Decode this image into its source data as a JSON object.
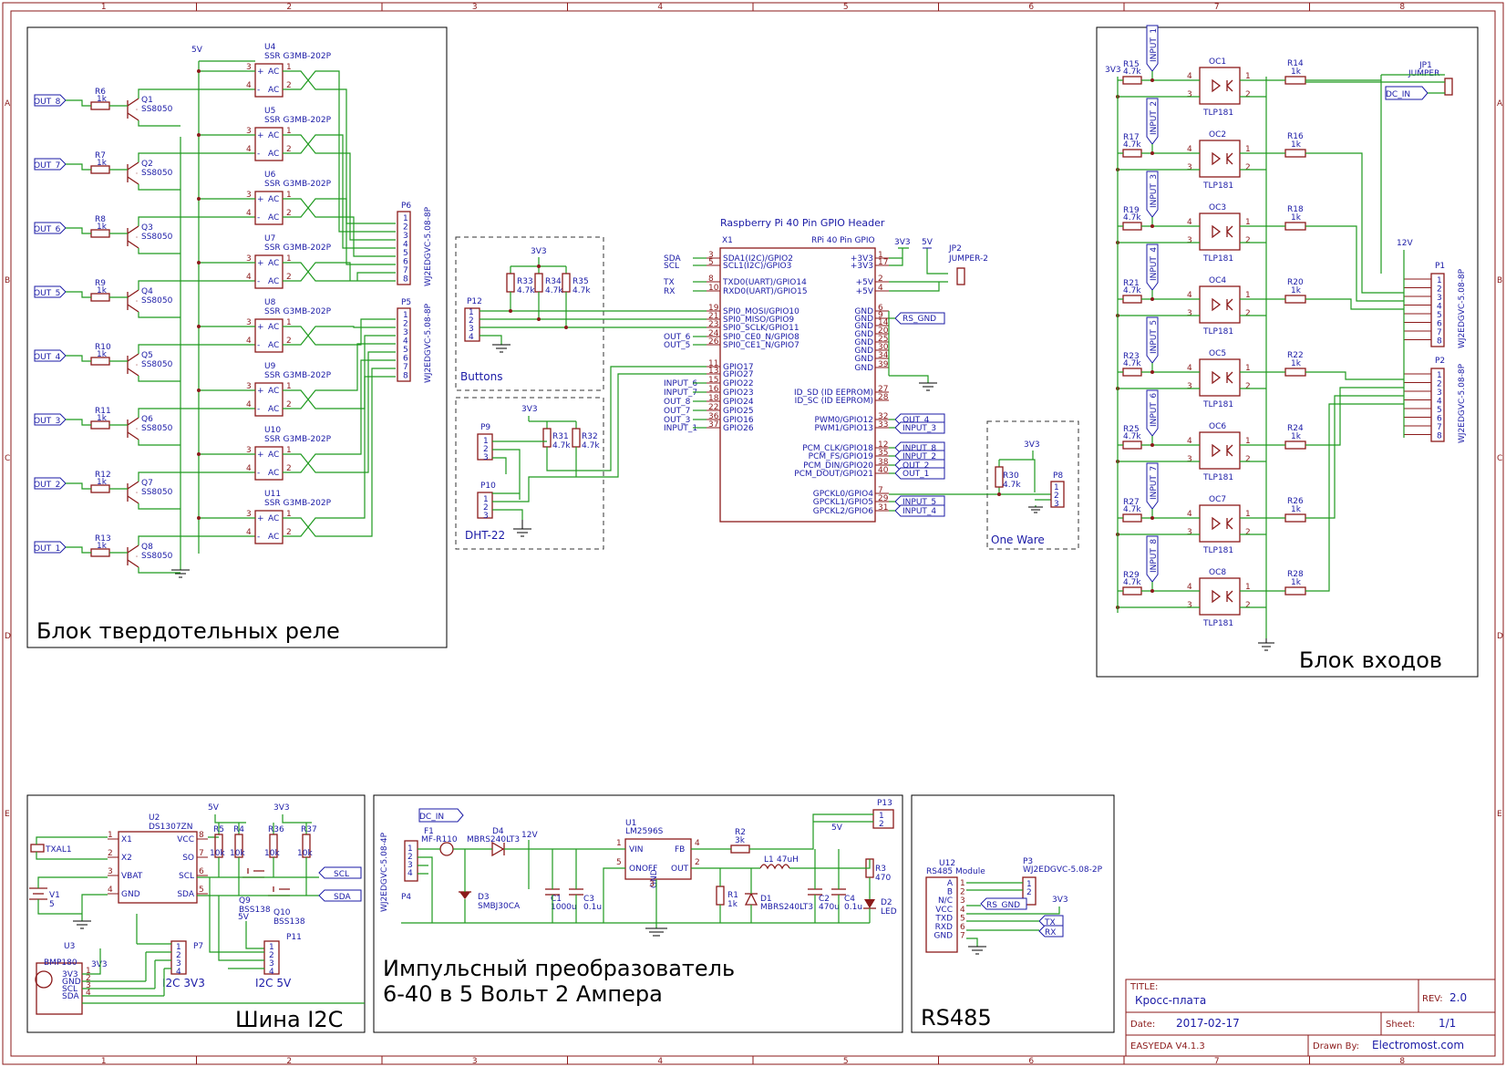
{
  "ruler": {
    "cols": [
      "1",
      "2",
      "3",
      "4",
      "5",
      "6",
      "7",
      "8"
    ],
    "rows": [
      "A",
      "B",
      "C",
      "D",
      "E"
    ]
  },
  "blocks": {
    "relay": "Блок твердотельных реле",
    "inputs": "Блок входов",
    "i2c": "Шина I2C",
    "power_1": "Импульсный преобразователь",
    "power_2": "6-40 в 5 Вольт 2 Ампера",
    "rs485": "RS485",
    "buttons": "Buttons",
    "dht": "DHT-22",
    "onewire": "One Ware"
  },
  "relay_block": {
    "supply": "5V",
    "outs": [
      "OUT_8",
      "OUT_7",
      "OUT_6",
      "OUT_5",
      "OUT_4",
      "OUT_3",
      "OUT_2",
      "OUT_1"
    ],
    "resistors": [
      "R6",
      "R7",
      "R8",
      "R9",
      "R10",
      "R11",
      "R12",
      "R13"
    ],
    "res_val": "1k",
    "transistors": [
      "Q1",
      "Q2",
      "Q3",
      "Q4",
      "Q5",
      "Q6",
      "Q7",
      "Q8"
    ],
    "tr_val": "SS8050",
    "ssr": [
      "U4",
      "U5",
      "U6",
      "U7",
      "U8",
      "U9",
      "U10",
      "U11"
    ],
    "ssr_val": "SSR G3MB-202P",
    "ssr_pins": {
      "p3": "3",
      "p4": "4",
      "p1": "1",
      "p2": "2",
      "plus": "+",
      "minus": "-",
      "ac": "AC"
    },
    "connectors": [
      {
        "ref": "P6",
        "val": "WJ2EDGVC-5.08-8P"
      },
      {
        "ref": "P5",
        "val": "WJ2EDGVC-5.08-8P"
      }
    ],
    "conn_pins": [
      "1",
      "2",
      "3",
      "4",
      "5",
      "6",
      "7",
      "8"
    ]
  },
  "gpio": {
    "title": "Raspberry Pi 40 Pin GPIO Header",
    "ref": "X1",
    "subtitle": "RPi 40 Pin GPIO",
    "left": [
      {
        "net": "SDA",
        "pin": "3",
        "name": "SDA1(I2C)/GPIO2"
      },
      {
        "net": "SCL",
        "pin": "5",
        "name": "SCL1(I2C)/GPIO3"
      },
      {
        "net": "TX",
        "pin": "8",
        "name": "TXD0(UART)/GPIO14"
      },
      {
        "net": "RX",
        "pin": "10",
        "name": "RXD0(UART)/GPIO15"
      },
      {
        "net": "",
        "pin": "19",
        "name": "SPI0_MOSI/GPIO10"
      },
      {
        "net": "",
        "pin": "21",
        "name": "SPI0_MISO/GPIO9"
      },
      {
        "net": "",
        "pin": "23",
        "name": "SPI0_SCLK/GPIO11"
      },
      {
        "net": "OUT_6",
        "pin": "24",
        "name": "SPI0_CE0_N/GPIO8"
      },
      {
        "net": "OUT_5",
        "pin": "26",
        "name": "SPI0_CE1_N/GPIO7"
      },
      {
        "net": "",
        "pin": "11",
        "name": "GPIO17"
      },
      {
        "net": "",
        "pin": "13",
        "name": "GPIO27"
      },
      {
        "net": "INPUT_6",
        "pin": "15",
        "name": "GPIO22"
      },
      {
        "net": "INPUT_7",
        "pin": "16",
        "name": "GPIO23"
      },
      {
        "net": "OUT_8",
        "pin": "18",
        "name": "GPIO24"
      },
      {
        "net": "OUT_7",
        "pin": "22",
        "name": "GPIO25"
      },
      {
        "net": "OUT_3",
        "pin": "36",
        "name": "GPIO16"
      },
      {
        "net": "INPUT_1",
        "pin": "37",
        "name": "GPIO26"
      }
    ],
    "right": [
      {
        "name": "+3V3",
        "pin": "1",
        "net": ""
      },
      {
        "name": "+3V3",
        "pin": "17",
        "net": ""
      },
      {
        "name": "+5V",
        "pin": "2",
        "net": ""
      },
      {
        "name": "+5V",
        "pin": "4",
        "net": ""
      },
      {
        "name": "GND",
        "pin": "6",
        "net": ""
      },
      {
        "name": "GND",
        "pin": "9",
        "net": "RS_GND"
      },
      {
        "name": "GND",
        "pin": "14",
        "net": ""
      },
      {
        "name": "GND",
        "pin": "20",
        "net": ""
      },
      {
        "name": "GND",
        "pin": "25",
        "net": ""
      },
      {
        "name": "GND",
        "pin": "30",
        "net": ""
      },
      {
        "name": "GND",
        "pin": "34",
        "net": ""
      },
      {
        "name": "GND",
        "pin": "39",
        "net": ""
      },
      {
        "name": "ID_SD (ID EEPROM)",
        "pin": "27",
        "net": ""
      },
      {
        "name": "ID_SC (ID EEPROM)",
        "pin": "28",
        "net": ""
      },
      {
        "name": "PWM0/GPIO12",
        "pin": "32",
        "net": "OUT_4"
      },
      {
        "name": "PWM1/GPIO13",
        "pin": "33",
        "net": "INPUT_3"
      },
      {
        "name": "PCM_CLK/GPIO18",
        "pin": "12",
        "net": "INPUT_8"
      },
      {
        "name": "PCM_FS/GPIO19",
        "pin": "35",
        "net": "INPUT_2"
      },
      {
        "name": "PCM_DIN/GPIO20",
        "pin": "38",
        "net": "OUT_2"
      },
      {
        "name": "PCM_DOUT/GPIO21",
        "pin": "40",
        "net": "OUT_1"
      },
      {
        "name": "GPCKL0/GPIO4",
        "pin": "7",
        "net": ""
      },
      {
        "name": "GPCKL1/GPIO5",
        "pin": "29",
        "net": "INPUT_5"
      },
      {
        "name": "GPCKL2/GPIO6",
        "pin": "31",
        "net": "INPUT_4"
      }
    ],
    "rail_3v3": "3V3",
    "rail_5v": "5V",
    "jp2_ref": "JP2",
    "jp2_val": "JUMPER-2"
  },
  "buttons_block": {
    "rail": "3V3",
    "resistors": [
      {
        "ref": "R33",
        "val": "4.7k"
      },
      {
        "ref": "R34",
        "val": "4.7k"
      },
      {
        "ref": "R35",
        "val": "4.7k"
      }
    ],
    "conn": "P12",
    "pins": [
      "1",
      "2",
      "3",
      "4"
    ]
  },
  "dht_block": {
    "rail": "3V3",
    "resistors": [
      {
        "ref": "R31",
        "val": "4.7k"
      },
      {
        "ref": "R32",
        "val": "4.7k"
      }
    ],
    "conns": [
      "P9",
      "P10"
    ],
    "pins": [
      "1",
      "2",
      "3"
    ]
  },
  "onewire_block": {
    "rail": "3V3",
    "resistor": {
      "ref": "R30",
      "val": "4.7k"
    },
    "conn": "P8",
    "pins": [
      "1",
      "2",
      "3"
    ]
  },
  "inputs_block": {
    "rail": "3V3",
    "rail12": "12V",
    "inputs": [
      "INPUT_1",
      "INPUT_2",
      "INPUT_3",
      "INPUT_4",
      "INPUT_5",
      "INPUT_6",
      "INPUT_7",
      "INPUT_8"
    ],
    "pullups": [
      "R15",
      "R17",
      "R19",
      "R21",
      "R23",
      "R25",
      "R27",
      "R29"
    ],
    "pull_val": "4.7k",
    "optos": [
      "OC1",
      "OC2",
      "OC3",
      "OC4",
      "OC5",
      "OC6",
      "OC7",
      "OC8"
    ],
    "opto_val": "TLP181",
    "series": [
      "R14",
      "R16",
      "R18",
      "R20",
      "R22",
      "R24",
      "R26",
      "R28"
    ],
    "series_val": "1k",
    "opto_pins": [
      "4",
      "3",
      "1",
      "2"
    ],
    "dc_in": "DC_IN",
    "jp1_ref": "JP1",
    "jp1_val": "JUMPER",
    "connectors": [
      {
        "ref": "P1",
        "val": "WJ2EDGVC-5.08-8P"
      },
      {
        "ref": "P2",
        "val": "WJ2EDGVC-5.08-8P"
      }
    ],
    "conn_pins": [
      "1",
      "2",
      "3",
      "4",
      "5",
      "6",
      "7",
      "8"
    ]
  },
  "i2c_block": {
    "rtc": {
      "ref": "U2",
      "val": "DS1307ZN",
      "left": [
        {
          "pin": "1",
          "name": "X1"
        },
        {
          "pin": "2",
          "name": "X2"
        },
        {
          "pin": "3",
          "name": "VBAT"
        },
        {
          "pin": "4",
          "name": "GND"
        }
      ],
      "right": [
        {
          "pin": "8",
          "name": "VCC"
        },
        {
          "pin": "7",
          "name": "SO"
        },
        {
          "pin": "6",
          "name": "SCL"
        },
        {
          "pin": "5",
          "name": "SDA"
        }
      ]
    },
    "crystal": "TXAL1",
    "battery": {
      "ref": "V1",
      "val": "5"
    },
    "rails": [
      "5V",
      "3V3",
      "5V"
    ],
    "resistors": [
      {
        "ref": "R5",
        "val": "10k"
      },
      {
        "ref": "R4",
        "val": "10k"
      },
      {
        "ref": "R36",
        "val": "10k"
      },
      {
        "ref": "R37",
        "val": "10k"
      }
    ],
    "mosfets": [
      {
        "ref": "Q9",
        "val": "BSS138"
      },
      {
        "ref": "Q10",
        "val": "BSS138"
      }
    ],
    "nets": [
      "SCL",
      "SDA"
    ],
    "bmp": {
      "ref": "U3",
      "val": "BMP180",
      "pins": [
        {
          "pin": "1",
          "name": "3V3"
        },
        {
          "pin": "2",
          "name": "GND"
        },
        {
          "pin": "3",
          "name": "SCL"
        },
        {
          "pin": "4",
          "name": "SDA"
        }
      ]
    },
    "bmp_rail": "3V3",
    "p7": "P7",
    "p11": "P11",
    "pins4": [
      "1",
      "2",
      "3",
      "4"
    ],
    "lbl_3v3": "I2C 3V3",
    "lbl_5v": "I2C 5V"
  },
  "power_block": {
    "conn": {
      "ref": "P4",
      "val": "WJ2EDGVC-5.08-4P"
    },
    "pins4": [
      "1",
      "2",
      "3",
      "4"
    ],
    "dc_in": "DC_IN",
    "fuse": {
      "ref": "F1",
      "val": "MF-R110"
    },
    "d4": {
      "ref": "D4",
      "val": "MBRS240LT3"
    },
    "d3": {
      "ref": "D3",
      "val": "SMBJ30CA"
    },
    "rail12": "12V",
    "c1": {
      "ref": "C1",
      "val": "1000u"
    },
    "c3": {
      "ref": "C3",
      "val": "0.1u"
    },
    "reg": {
      "ref": "U1",
      "val": "LM2596S",
      "vin": "VIN",
      "onof": "ONOFF",
      "fb": "FB",
      "out": "OUT",
      "gnd": "GND",
      "pins": {
        "vin": "1",
        "onof": "5",
        "fb": "4",
        "out": "2",
        "gnd": "3"
      }
    },
    "r2": {
      "ref": "R2",
      "val": "3k"
    },
    "l1": {
      "ref": "L1",
      "val": "47uH"
    },
    "r1": {
      "ref": "R1",
      "val": "1k"
    },
    "d1": {
      "ref": "D1",
      "val": "MBRS240LT3"
    },
    "c2": {
      "ref": "C2",
      "val": "470u"
    },
    "c4": {
      "ref": "C4",
      "val": "0.1u"
    },
    "r3": {
      "ref": "R3",
      "val": "470"
    },
    "d2": {
      "ref": "D2",
      "val": "LED"
    },
    "rail5": "5V",
    "p13": "P13",
    "pins2": [
      "1",
      "2"
    ]
  },
  "rs485_block": {
    "module": {
      "ref": "U12",
      "val": "RS485 Module",
      "pins": [
        {
          "pin": "1",
          "name": "A"
        },
        {
          "pin": "2",
          "name": "B"
        },
        {
          "pin": "3",
          "name": "N/C"
        },
        {
          "pin": "4",
          "name": "VCC"
        },
        {
          "pin": "5",
          "name": "TXD"
        },
        {
          "pin": "6",
          "name": "RXD"
        },
        {
          "pin": "7",
          "name": "GND"
        }
      ]
    },
    "conn": {
      "ref": "P3",
      "val": "WJ2EDGVC-5.08-2P"
    },
    "pins2": [
      "1",
      "2"
    ],
    "nets": {
      "gnd": "RS_GND",
      "tx": "TX",
      "rx": "RX",
      "rail": "3V3"
    }
  },
  "titleblock": {
    "title_label": "TITLE:",
    "title": "Кросс-плата",
    "rev_label": "REV:",
    "rev": "2.0",
    "date_label": "Date:",
    "date": "2017-02-17",
    "sheet_label": "Sheet:",
    "sheet": "1/1",
    "tool": "EASYEDA V4.1.3",
    "drawn_label": "Drawn By:",
    "drawn": "Electromost.com"
  }
}
